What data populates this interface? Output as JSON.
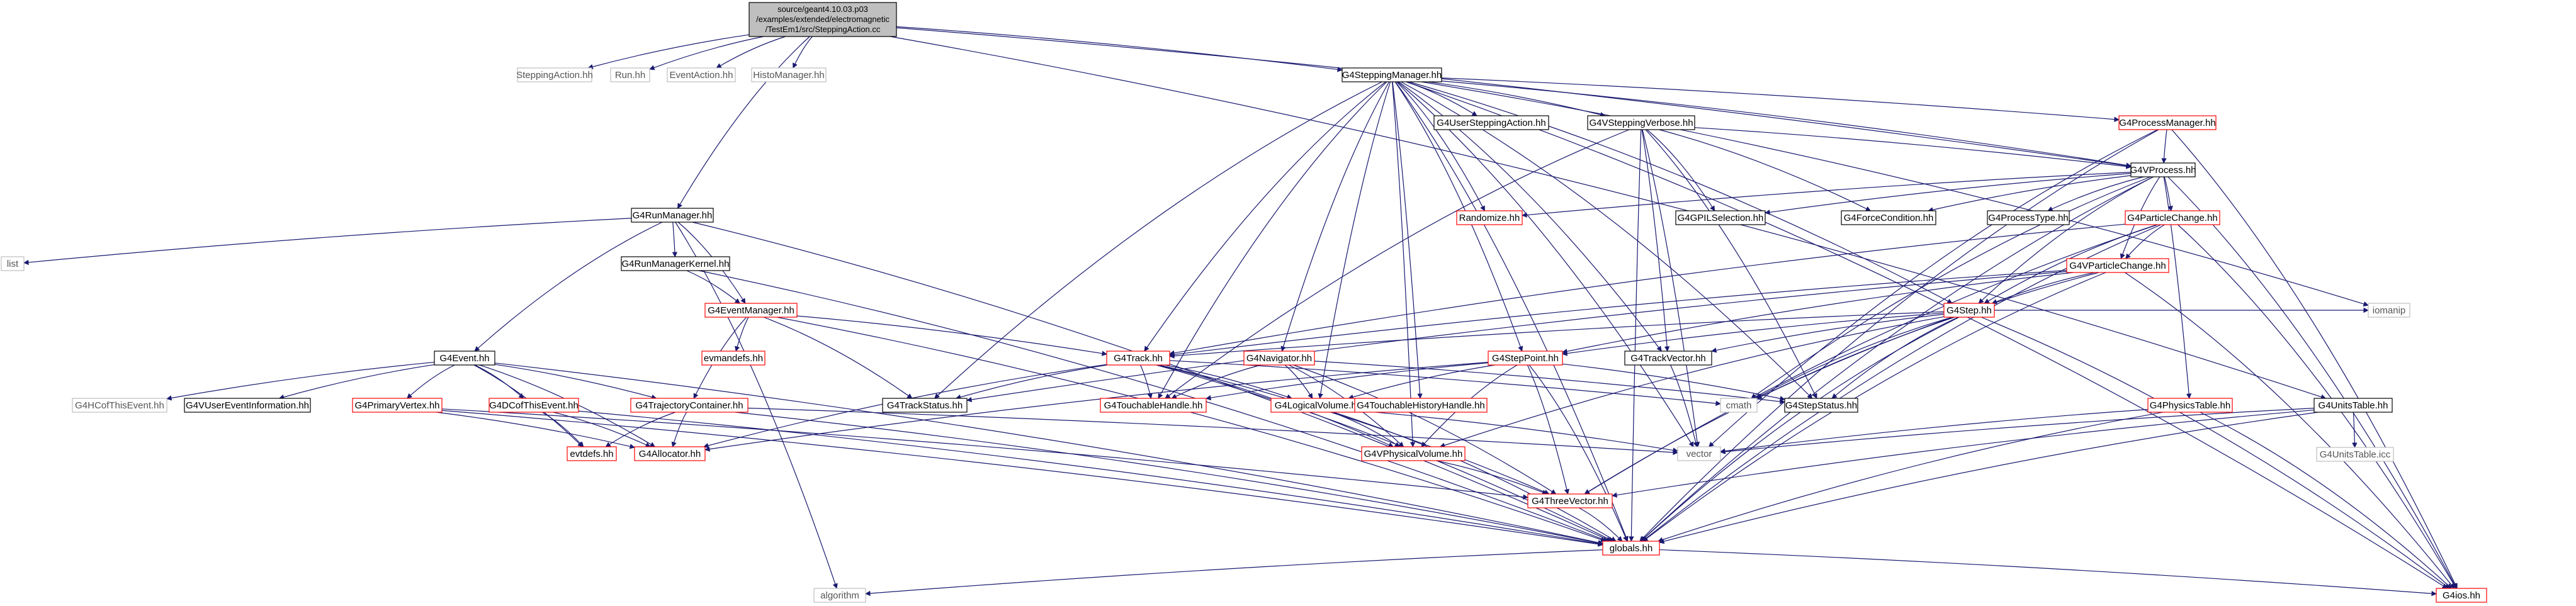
{
  "colors": {
    "edge": "#191970",
    "black_border": "#000000",
    "red_border": "#ff0000",
    "gray_border": "#bfbfbf",
    "root_fill": "#bfbfbf",
    "text": "#000000",
    "system_text": "#555555"
  },
  "root": {
    "lines": [
      "source/geant4.10.03.p03",
      "/examples/extended/electromagnetic",
      "/TestEm1/src/SteppingAction.cc"
    ]
  },
  "nodes": {
    "n_steppingaction": {
      "label": "SteppingAction.hh",
      "style": "gray"
    },
    "n_run": {
      "label": "Run.hh",
      "style": "gray"
    },
    "n_eventaction": {
      "label": "EventAction.hh",
      "style": "gray"
    },
    "n_histomanager": {
      "label": "HistoManager.hh",
      "style": "gray"
    },
    "n_g4steppingmanager": {
      "label": "G4SteppingManager.hh",
      "style": "black"
    },
    "n_g4runmanager": {
      "label": "G4RunManager.hh",
      "style": "black"
    },
    "n_list": {
      "label": "list",
      "style": "gray"
    },
    "n_g4runmanagerkernel": {
      "label": "G4RunManagerKernel.hh",
      "style": "black"
    },
    "n_g4eventmanager": {
      "label": "G4EventManager.hh",
      "style": "red"
    },
    "n_evmandefs": {
      "label": "evmandefs.hh",
      "style": "red"
    },
    "n_g4event": {
      "label": "G4Event.hh",
      "style": "black"
    },
    "n_g4hcofthisevent": {
      "label": "G4HCofThisEvent.hh",
      "style": "gray"
    },
    "n_g4vusereventinformation": {
      "label": "G4VUserEventInformation.hh",
      "style": "black"
    },
    "n_g4primaryvertex": {
      "label": "G4PrimaryVertex.hh",
      "style": "red"
    },
    "n_g4dcofthisevent": {
      "label": "G4DCofThisEvent.hh",
      "style": "red"
    },
    "n_g4trajectorycontainer": {
      "label": "G4TrajectoryContainer.hh",
      "style": "red"
    },
    "n_evtdefs": {
      "label": "evtdefs.hh",
      "style": "red"
    },
    "n_g4allocator": {
      "label": "G4Allocator.hh",
      "style": "red"
    },
    "n_g4userstepping": {
      "label": "G4UserSteppingAction.hh",
      "style": "black"
    },
    "n_g4vsteppingverbose": {
      "label": "G4VSteppingVerbose.hh",
      "style": "black"
    },
    "n_g4processmanager": {
      "label": "G4ProcessManager.hh",
      "style": "red"
    },
    "n_g4vprocess": {
      "label": "G4VProcess.hh",
      "style": "black"
    },
    "n_randomize": {
      "label": "Randomize.hh",
      "style": "red"
    },
    "n_g4gplselection": {
      "label": "G4GPILSelection.hh",
      "style": "black"
    },
    "n_g4forcecondition": {
      "label": "G4ForceCondition.hh",
      "style": "black"
    },
    "n_g4processtype": {
      "label": "G4ProcessType.hh",
      "style": "black"
    },
    "n_g4particlechange": {
      "label": "G4ParticleChange.hh",
      "style": "red"
    },
    "n_g4vparticlechange": {
      "label": "G4VParticleChange.hh",
      "style": "red"
    },
    "n_g4step": {
      "label": "G4Step.hh",
      "style": "red"
    },
    "n_iomanip": {
      "label": "iomanip",
      "style": "gray"
    },
    "n_g4track": {
      "label": "G4Track.hh",
      "style": "red"
    },
    "n_g4navigator": {
      "label": "G4Navigator.hh",
      "style": "red"
    },
    "n_g4steppoint": {
      "label": "G4StepPoint.hh",
      "style": "red"
    },
    "n_g4trackvector": {
      "label": "G4TrackVector.hh",
      "style": "black"
    },
    "n_cmath": {
      "label": "cmath",
      "style": "gray"
    },
    "n_g4trackstatus": {
      "label": "G4TrackStatus.hh",
      "style": "black"
    },
    "n_g4touchablehandle": {
      "label": "G4TouchableHandle.hh",
      "style": "red"
    },
    "n_g4logicalvolume": {
      "label": "G4LogicalVolume.hh",
      "style": "red"
    },
    "n_g4touchablehistoryhandle": {
      "label": "G4TouchableHistoryHandle.hh",
      "style": "red"
    },
    "n_g4stepstatus": {
      "label": "G4StepStatus.hh",
      "style": "black"
    },
    "n_g4physicstable": {
      "label": "G4PhysicsTable.hh",
      "style": "red"
    },
    "n_g4unitstable_hh": {
      "label": "G4UnitsTable.hh",
      "style": "black"
    },
    "n_g4unitstable_icc": {
      "label": "G4UnitsTable.icc",
      "style": "gray"
    },
    "n_vector": {
      "label": "vector",
      "style": "gray"
    },
    "n_g4vphysicalvolume": {
      "label": "G4VPhysicalVolume.hh",
      "style": "red"
    },
    "n_g4threevector": {
      "label": "G4ThreeVector.hh",
      "style": "red"
    },
    "n_globals": {
      "label": "globals.hh",
      "style": "red"
    },
    "n_algorithm": {
      "label": "algorithm",
      "style": "gray"
    },
    "n_g4ios": {
      "label": "G4ios.hh",
      "style": "red"
    }
  },
  "edges": [
    [
      "root",
      "n_steppingaction"
    ],
    [
      "root",
      "n_run"
    ],
    [
      "root",
      "n_eventaction"
    ],
    [
      "root",
      "n_histomanager"
    ],
    [
      "root",
      "n_g4steppingmanager"
    ],
    [
      "root",
      "n_g4runmanager"
    ],
    [
      "root",
      "n_g4vprocess"
    ],
    [
      "root",
      "n_g4unitstable_hh"
    ],
    [
      "n_g4runmanager",
      "n_list"
    ],
    [
      "n_g4runmanager",
      "n_g4runmanagerkernel"
    ],
    [
      "n_g4runmanager",
      "n_g4eventmanager"
    ],
    [
      "n_g4runmanager",
      "n_g4event"
    ],
    [
      "n_g4runmanager",
      "n_globals"
    ],
    [
      "n_g4runmanager",
      "n_algorithm"
    ],
    [
      "n_g4runmanagerkernel",
      "n_g4eventmanager"
    ],
    [
      "n_g4runmanagerkernel",
      "n_globals"
    ],
    [
      "n_g4eventmanager",
      "n_evmandefs"
    ],
    [
      "n_g4eventmanager",
      "n_g4trajectorycontainer"
    ],
    [
      "n_g4eventmanager",
      "n_g4track"
    ],
    [
      "n_g4eventmanager",
      "n_g4trackstatus"
    ],
    [
      "n_g4eventmanager",
      "n_globals"
    ],
    [
      "n_g4event",
      "n_g4hcofthisevent"
    ],
    [
      "n_g4event",
      "n_g4vusereventinformation"
    ],
    [
      "n_g4event",
      "n_g4primaryvertex"
    ],
    [
      "n_g4event",
      "n_g4dcofthisevent"
    ],
    [
      "n_g4event",
      "n_g4trajectorycontainer"
    ],
    [
      "n_g4event",
      "n_g4allocator"
    ],
    [
      "n_g4event",
      "n_evtdefs"
    ],
    [
      "n_g4event",
      "n_globals"
    ],
    [
      "n_g4primaryvertex",
      "n_g4allocator"
    ],
    [
      "n_g4primaryvertex",
      "n_g4threevector"
    ],
    [
      "n_g4primaryvertex",
      "n_globals"
    ],
    [
      "n_g4dcofthisevent",
      "n_g4allocator"
    ],
    [
      "n_g4dcofthisevent",
      "n_evtdefs"
    ],
    [
      "n_g4dcofthisevent",
      "n_globals"
    ],
    [
      "n_g4trajectorycontainer",
      "n_evtdefs"
    ],
    [
      "n_g4trajectorycontainer",
      "n_g4allocator"
    ],
    [
      "n_g4trajectorycontainer",
      "n_vector"
    ],
    [
      "n_g4trajectorycontainer",
      "n_globals"
    ],
    [
      "n_g4steppingmanager",
      "n_g4userstepping"
    ],
    [
      "n_g4steppingmanager",
      "n_g4vsteppingverbose"
    ],
    [
      "n_g4steppingmanager",
      "n_g4processmanager"
    ],
    [
      "n_g4steppingmanager",
      "n_g4vprocess"
    ],
    [
      "n_g4steppingmanager",
      "n_randomize"
    ],
    [
      "n_g4steppingmanager",
      "n_g4step"
    ],
    [
      "n_g4steppingmanager",
      "n_g4track"
    ],
    [
      "n_g4steppingmanager",
      "n_g4navigator"
    ],
    [
      "n_g4steppingmanager",
      "n_g4steppoint"
    ],
    [
      "n_g4steppingmanager",
      "n_g4trackvector"
    ],
    [
      "n_g4steppingmanager",
      "n_g4trackstatus"
    ],
    [
      "n_g4steppingmanager",
      "n_g4touchablehandle"
    ],
    [
      "n_g4steppingmanager",
      "n_g4logicalvolume"
    ],
    [
      "n_g4steppingmanager",
      "n_g4touchablehistoryhandle"
    ],
    [
      "n_g4steppingmanager",
      "n_g4stepstatus"
    ],
    [
      "n_g4steppingmanager",
      "n_g4vphysicalvolume"
    ],
    [
      "n_g4steppingmanager",
      "n_vector"
    ],
    [
      "n_g4steppingmanager",
      "n_iomanip"
    ],
    [
      "n_g4steppingmanager",
      "n_globals"
    ],
    [
      "n_g4steppingmanager",
      "n_g4ios"
    ],
    [
      "n_g4vsteppingverbose",
      "n_g4vprocess"
    ],
    [
      "n_g4vsteppingverbose",
      "n_g4gplselection"
    ],
    [
      "n_g4vsteppingverbose",
      "n_g4forcecondition"
    ],
    [
      "n_g4vsteppingverbose",
      "n_g4trackvector"
    ],
    [
      "n_g4vsteppingverbose",
      "n_g4stepstatus"
    ],
    [
      "n_g4vsteppingverbose",
      "n_vector"
    ],
    [
      "n_g4vsteppingverbose",
      "n_globals"
    ],
    [
      "n_g4vsteppingverbose",
      "n_g4touchablehandle"
    ],
    [
      "n_g4processmanager",
      "n_g4vprocess"
    ],
    [
      "n_g4processmanager",
      "n_vector"
    ],
    [
      "n_g4processmanager",
      "n_globals"
    ],
    [
      "n_g4processmanager",
      "n_g4ios"
    ],
    [
      "n_g4vprocess",
      "n_randomize"
    ],
    [
      "n_g4vprocess",
      "n_g4gplselection"
    ],
    [
      "n_g4vprocess",
      "n_g4forcecondition"
    ],
    [
      "n_g4vprocess",
      "n_g4processtype"
    ],
    [
      "n_g4vprocess",
      "n_g4particlechange"
    ],
    [
      "n_g4vprocess",
      "n_g4vparticlechange"
    ],
    [
      "n_g4vprocess",
      "n_g4step"
    ],
    [
      "n_g4vprocess",
      "n_g4physicstable"
    ],
    [
      "n_g4vprocess",
      "n_cmath"
    ],
    [
      "n_g4vprocess",
      "n_globals"
    ],
    [
      "n_g4vprocess",
      "n_g4ios"
    ],
    [
      "n_g4particlechange",
      "n_g4vparticlechange"
    ],
    [
      "n_g4particlechange",
      "n_g4step"
    ],
    [
      "n_g4particlechange",
      "n_g4track"
    ],
    [
      "n_g4particlechange",
      "n_g4threevector"
    ],
    [
      "n_g4particlechange",
      "n_globals"
    ],
    [
      "n_g4particlechange",
      "n_g4ios"
    ],
    [
      "n_g4vparticlechange",
      "n_g4step"
    ],
    [
      "n_g4vparticlechange",
      "n_g4track"
    ],
    [
      "n_g4vparticlechange",
      "n_g4trackstatus"
    ],
    [
      "n_g4vparticlechange",
      "n_g4steppoint"
    ],
    [
      "n_g4vparticlechange",
      "n_cmath"
    ],
    [
      "n_g4vparticlechange",
      "n_globals"
    ],
    [
      "n_g4vparticlechange",
      "n_g4ios"
    ],
    [
      "n_g4step",
      "n_g4steppoint"
    ],
    [
      "n_g4step",
      "n_g4stepstatus"
    ],
    [
      "n_g4step",
      "n_g4trackvector"
    ],
    [
      "n_g4step",
      "n_g4track"
    ],
    [
      "n_g4step",
      "n_g4vphysicalvolume"
    ],
    [
      "n_g4step",
      "n_g4threevector"
    ],
    [
      "n_g4step",
      "n_cmath"
    ],
    [
      "n_g4step",
      "n_iomanip"
    ],
    [
      "n_g4step",
      "n_globals"
    ],
    [
      "n_g4step",
      "n_g4ios"
    ],
    [
      "n_g4track",
      "n_g4trackstatus"
    ],
    [
      "n_g4track",
      "n_g4touchablehandle"
    ],
    [
      "n_g4track",
      "n_g4logicalvolume"
    ],
    [
      "n_g4track",
      "n_g4vphysicalvolume"
    ],
    [
      "n_g4track",
      "n_g4allocator"
    ],
    [
      "n_g4track",
      "n_g4threevector"
    ],
    [
      "n_g4track",
      "n_cmath"
    ],
    [
      "n_g4track",
      "n_globals"
    ],
    [
      "n_g4navigator",
      "n_g4touchablehandle"
    ],
    [
      "n_g4navigator",
      "n_g4logicalvolume"
    ],
    [
      "n_g4navigator",
      "n_g4vphysicalvolume"
    ],
    [
      "n_g4navigator",
      "n_g4threevector"
    ],
    [
      "n_g4navigator",
      "n_g4stepstatus"
    ],
    [
      "n_g4steppoint",
      "n_g4touchablehandle"
    ],
    [
      "n_g4steppoint",
      "n_g4logicalvolume"
    ],
    [
      "n_g4steppoint",
      "n_g4stepstatus"
    ],
    [
      "n_g4steppoint",
      "n_g4vphysicalvolume"
    ],
    [
      "n_g4steppoint",
      "n_g4threevector"
    ],
    [
      "n_g4steppoint",
      "n_g4allocator"
    ],
    [
      "n_g4steppoint",
      "n_globals"
    ],
    [
      "n_g4trackvector",
      "n_vector"
    ],
    [
      "n_g4logicalvolume",
      "n_vector"
    ],
    [
      "n_g4logicalvolume",
      "n_g4vphysicalvolume"
    ],
    [
      "n_g4logicalvolume",
      "n_globals"
    ],
    [
      "n_g4vphysicalvolume",
      "n_g4threevector"
    ],
    [
      "n_g4threevector",
      "n_globals"
    ],
    [
      "n_g4physicstable",
      "n_vector"
    ],
    [
      "n_g4physicstable",
      "n_globals"
    ],
    [
      "n_g4physicstable",
      "n_g4ios"
    ],
    [
      "n_g4unitstable_hh",
      "n_g4unitstable_icc"
    ],
    [
      "n_g4unitstable_hh",
      "n_vector"
    ],
    [
      "n_g4unitstable_hh",
      "n_g4threevector"
    ],
    [
      "n_g4unitstable_hh",
      "n_globals"
    ],
    [
      "n_globals",
      "n_algorithm"
    ],
    [
      "n_globals",
      "n_g4ios"
    ]
  ]
}
